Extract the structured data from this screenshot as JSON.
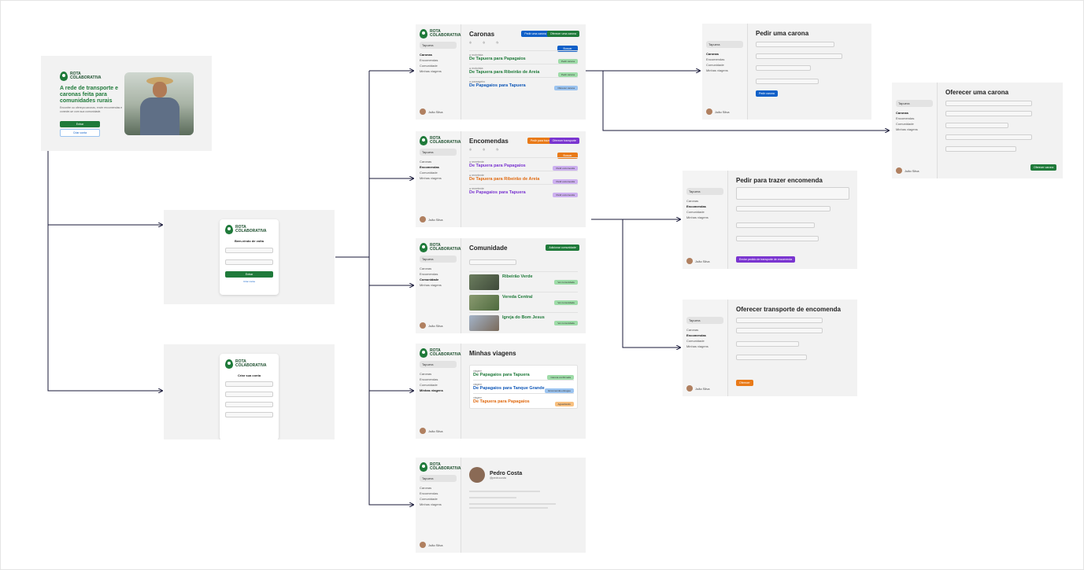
{
  "colors": {
    "brand_green": "#1f7a3a",
    "blue": "#1060c8",
    "orange": "#e97a18",
    "purple": "#7a35d0"
  },
  "brand": {
    "logo_line1": "ROTA",
    "logo_line2": "COLABORATIVA"
  },
  "landing": {
    "headline": "A rede de transporte e caronas feita para comunidades rurais",
    "subtitle": "Encontre ou ofereça caronas, envie encomendas e conecte-se com sua comunidade.",
    "primary_button": "Entrar",
    "secondary_button": "Criar conta"
  },
  "login": {
    "title": "Bem-vindo de volta",
    "button": "Entrar",
    "link": "Criar conta"
  },
  "signup": {
    "title": "Criar sua conta"
  },
  "sidebar": {
    "city": "Tapuera",
    "items": [
      "Caronas",
      "Encomendas",
      "Comunidade",
      "Minhas viagens"
    ],
    "user": "João Silva"
  },
  "caronas": {
    "title": "Caronas",
    "btn_pedir": "Pedir uma carona",
    "btn_oferecer": "Oferecer uma carona",
    "search_button": "Buscar",
    "rows": [
      {
        "route": "De Tapuera para Papagaios",
        "chip": "Pedir carona"
      },
      {
        "route": "De Tapuera para Ribeirão de Areia",
        "chip": "Pedir carona"
      },
      {
        "route": "De Papagaios para Tapuera",
        "chip": "Oferecer carona"
      }
    ]
  },
  "encomendas": {
    "title": "Encomendas",
    "btn_pedir": "Pedir para trazer",
    "btn_oferecer": "Oferecer transporte",
    "search_button": "Buscar",
    "rows": [
      {
        "route": "De Tapuera para Papagaios",
        "chip": "Pedir encomenda"
      },
      {
        "route": "De Tapuera para Ribeirão de Areia",
        "chip": "Pedir encomenda"
      },
      {
        "route": "De Papagaios para Tapuera",
        "chip": "Pedir encomenda"
      }
    ]
  },
  "comunidade": {
    "title": "Comunidade",
    "btn": "Adicionar comunidade",
    "entries": [
      {
        "name": "Ribeirão Verde",
        "chip": "Ver comunidade"
      },
      {
        "name": "Vereda Central",
        "chip": "Ver comunidade"
      },
      {
        "name": "Igreja do Bom Jesus",
        "chip": "Ver comunidade"
      }
    ]
  },
  "viagens": {
    "title": "Minhas viagens",
    "rows": [
      {
        "route": "De Papagaios para Tapuera",
        "chip": "Carona confirmada"
      },
      {
        "route": "De Papagaios para Tanque Grande",
        "chip": "Encomenda entregue"
      },
      {
        "route": "De Tapuera para Papagaios",
        "chip": "Aguardando"
      }
    ]
  },
  "perfil": {
    "name": "Pedro Costa",
    "handle": "@pedrocosta"
  },
  "pedir_carona": {
    "title": "Pedir uma carona",
    "button": "Pedir carona"
  },
  "oferecer_carona": {
    "title": "Oferecer uma carona",
    "button": "Oferecer carona"
  },
  "pedir_encomenda": {
    "title": "Pedir para trazer encomenda",
    "button": "Enviar pedido de transporte de encomenda"
  },
  "oferecer_encomenda": {
    "title": "Oferecer transporte de encomenda",
    "button": "Oferecer"
  }
}
